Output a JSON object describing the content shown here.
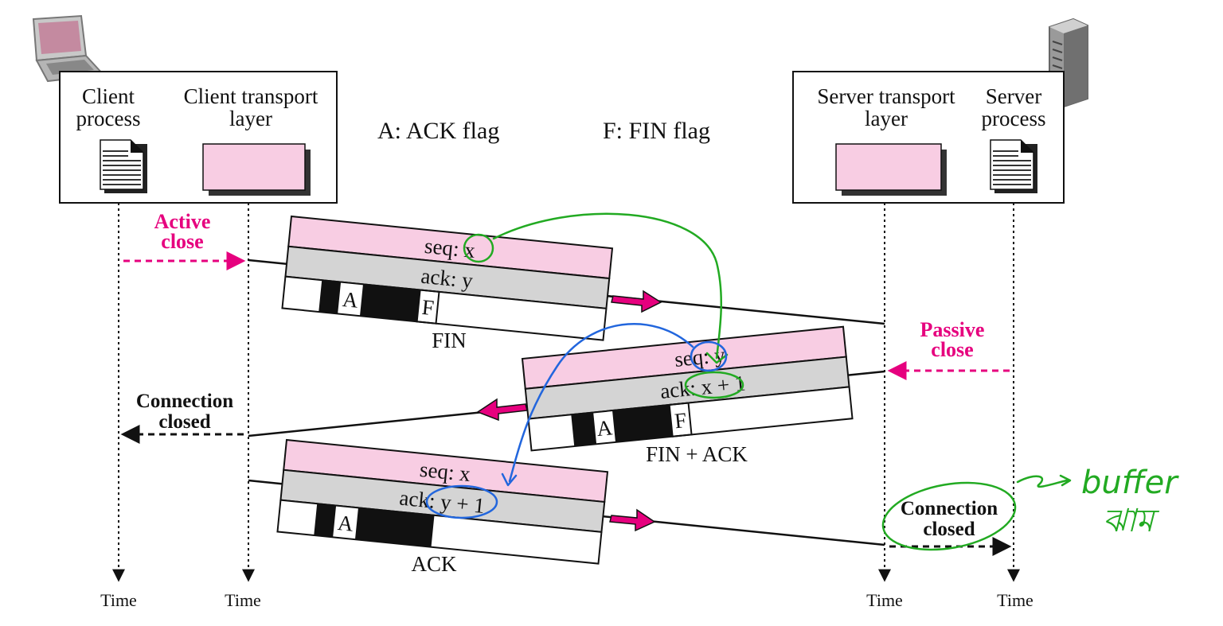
{
  "legend": {
    "ack": "A: ACK flag",
    "fin": "F: FIN flag"
  },
  "client": {
    "process": [
      "Client",
      "process"
    ],
    "transport": [
      "Client transport",
      "layer"
    ]
  },
  "server": {
    "transport": [
      "Server transport",
      "layer"
    ],
    "process": [
      "Server",
      "process"
    ]
  },
  "timeline": {
    "time": "Time"
  },
  "labels": {
    "active_close": [
      "Active",
      "close"
    ],
    "passive_close": [
      "Passive",
      "close"
    ],
    "conn_closed_client": [
      "Connection",
      "closed"
    ],
    "conn_closed_server": [
      "Connection",
      "closed"
    ]
  },
  "segments": [
    {
      "name": "FIN",
      "seq": "seq: x",
      "ack": "ack: y",
      "flags": [
        "A",
        "F"
      ]
    },
    {
      "name": "FIN + ACK",
      "seq": "seq: y",
      "ack": "ack: x + 1",
      "flags": [
        "A",
        "F"
      ]
    },
    {
      "name": "ACK",
      "seq": "seq: x",
      "ack": "ack: y + 1",
      "flags": [
        "A"
      ]
    }
  ],
  "annotation": {
    "line1": "buffer",
    "line2": "ঝাম"
  },
  "colors": {
    "pink": "#f8cde3",
    "gray": "#d4d4d4",
    "magenta": "#e6007e",
    "handGreen": "#22aa22",
    "handBlue": "#2266dd"
  }
}
